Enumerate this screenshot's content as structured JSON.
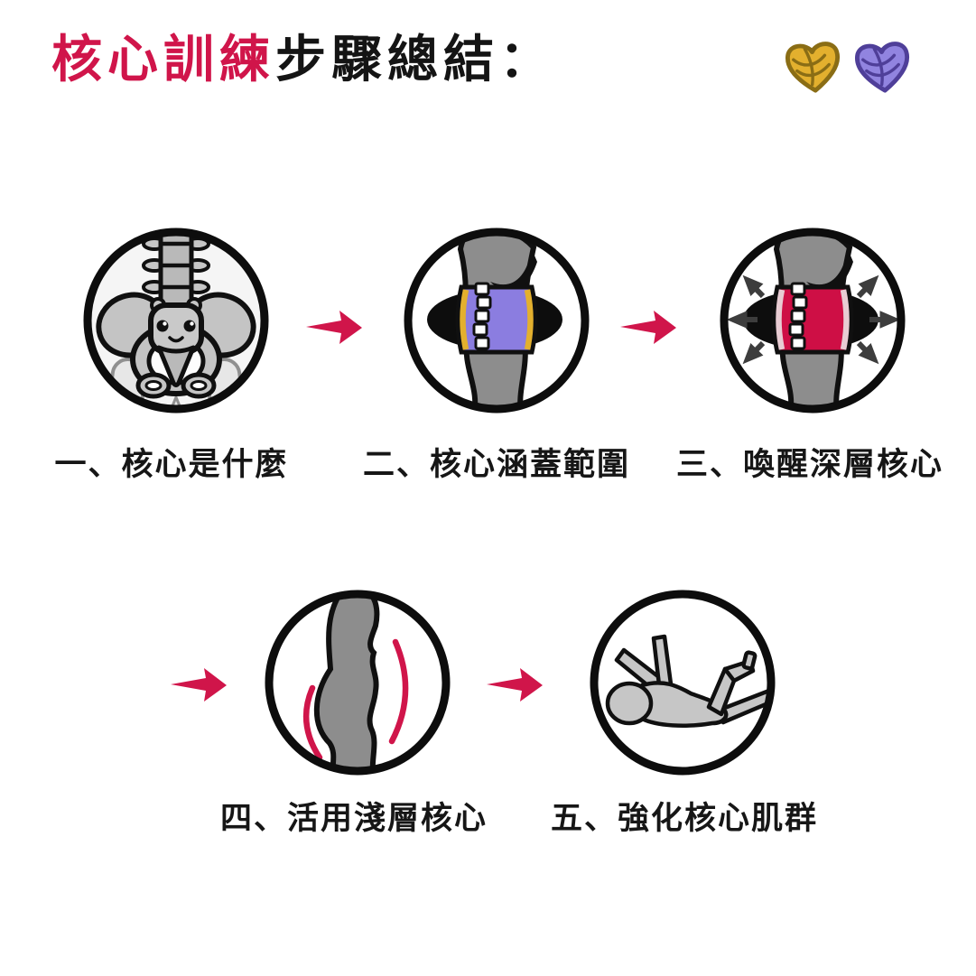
{
  "header": {
    "title_highlight": "核心訓練",
    "title_rest": "步驟總結：",
    "hearts": [
      {
        "name": "gold-leaf-heart"
      },
      {
        "name": "purple-leaf-heart"
      }
    ]
  },
  "steps": [
    {
      "label": "一、核心是什麼",
      "illustration": "cute-pelvis-and-spine-skeleton"
    },
    {
      "label": "二、核心涵蓋範圍",
      "illustration": "torso-with-purple-core-cylinder"
    },
    {
      "label": "三、喚醒深層核心",
      "illustration": "torso-with-red-core-cylinder-expanding-arrows"
    },
    {
      "label": "四、活用淺層核心",
      "illustration": "torso-profile-with-breathing-lines"
    },
    {
      "label": "五、強化核心肌群",
      "illustration": "dead-bug-exercise-figure"
    }
  ],
  "colors": {
    "accent": "#d0154a",
    "band_red": "#ce0f45",
    "band_purple": "#8b7de0",
    "gold": "#e3b02e",
    "gold_dark": "#8a6d15",
    "purple_fill": "#9184e0",
    "purple_dark": "#4f3f99",
    "pink_strip": "#e8ccd3",
    "body_gray": "#8d8d8d",
    "body_gray_light": "#c6c6c6",
    "outline": "#101010",
    "background": "#ffffff"
  }
}
